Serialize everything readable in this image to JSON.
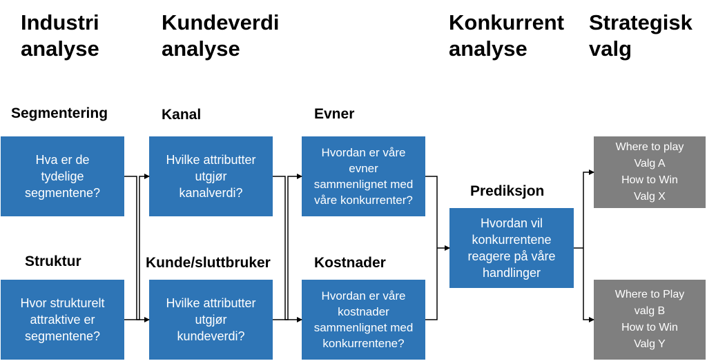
{
  "headers": {
    "industri": [
      "Industri",
      "analyse"
    ],
    "kundeverdi": [
      "Kundeverdi",
      "analyse"
    ],
    "konkurrent": [
      "Konkurrent",
      "analyse"
    ],
    "strategisk": [
      "Strategisk",
      "valg"
    ]
  },
  "labels": {
    "segmentering": "Segmentering",
    "struktur": "Struktur",
    "kanal": "Kanal",
    "kunde": "Kunde/sluttbruker",
    "evner": "Evner",
    "kostnader": "Kostnader",
    "prediksjon": "Prediksjon"
  },
  "boxes": {
    "segmentering": "Hva er de\ntydelige\nsegmentene?",
    "struktur": "Hvor strukturelt\nattraktive er\nsegmentene?",
    "kanal": "Hvilke attributter\nutgjør\nkanalverdi?",
    "kunde": "Hvilke attributter\nutgjør\nkundeverdi?",
    "evner": "Hvordan er våre\nevner\nsammenlignet med\nvåre konkurrenter?",
    "kostnader": "Hvordan er våre\nkostnader\nsammenlignet med\nkonkurrentene?",
    "prediksjon": "Hvordan vil\nkonkurrentene\nreagere på våre\nhandlinger",
    "valg_a": "Where to play\nValg A\nHow to Win\nValg X",
    "valg_b": "Where to Play\nvalg B\nHow to Win\nValg Y"
  },
  "colors": {
    "box_blue": "#2e75b6",
    "box_gray": "#7f7f7f",
    "connector": "#000000"
  }
}
